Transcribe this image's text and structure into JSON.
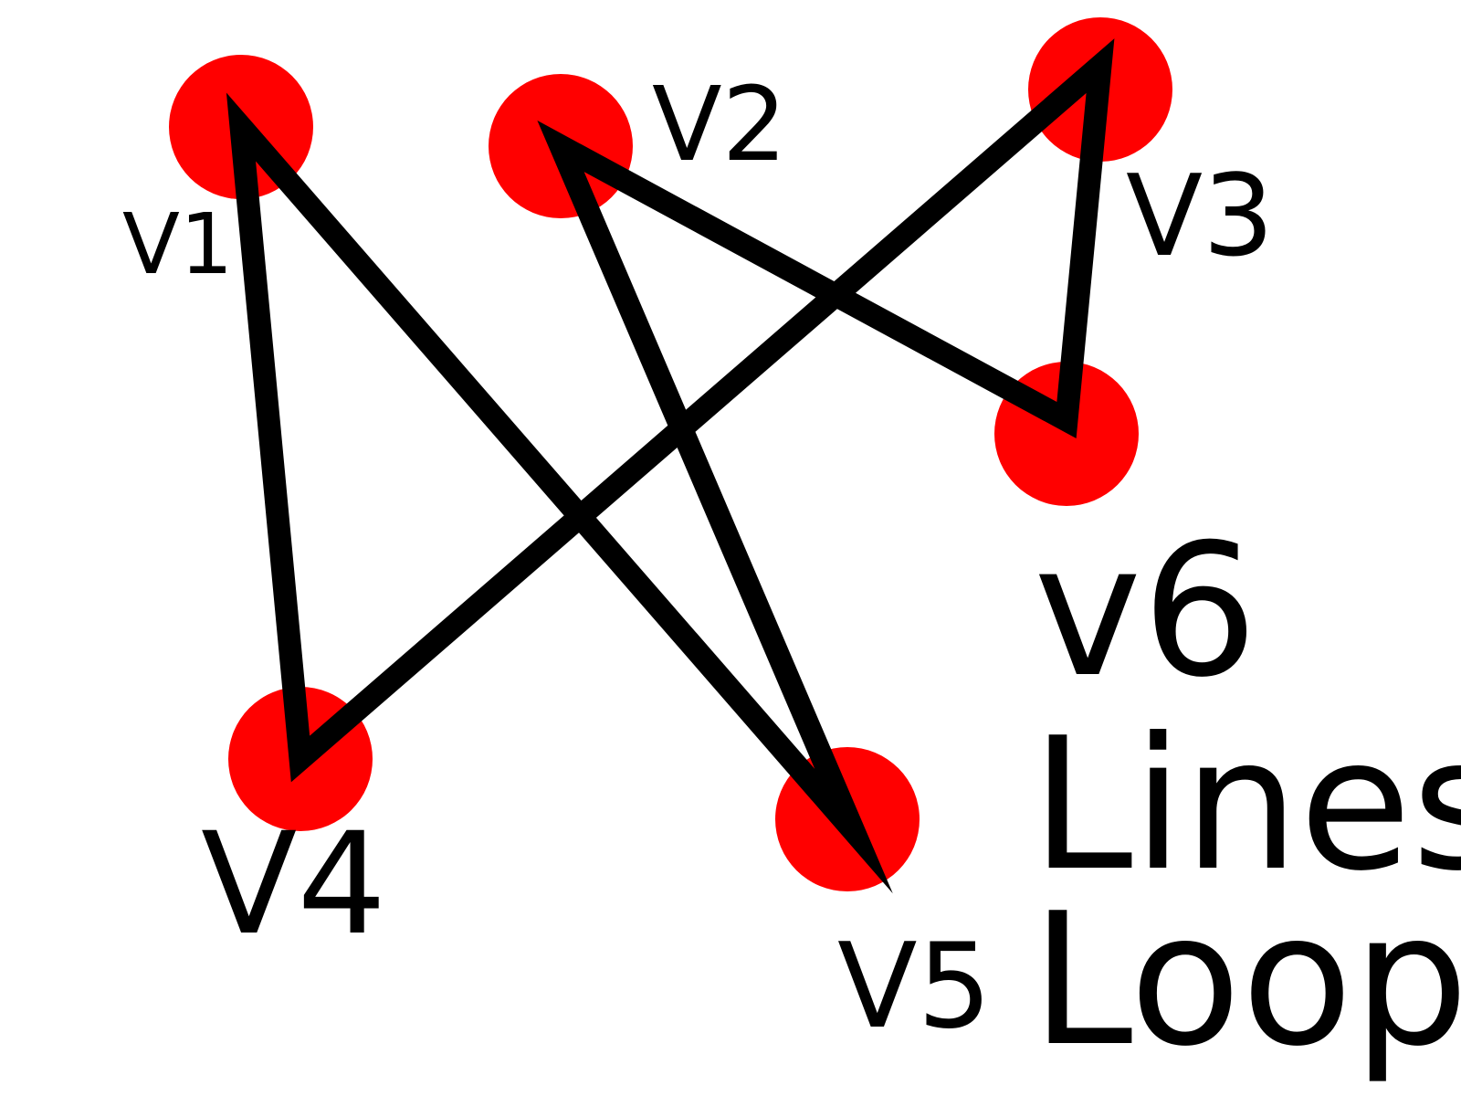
{
  "colors": {
    "vertex": "#ff0000",
    "line": "#000000",
    "background": "#ffffff"
  },
  "vertex_labels": {
    "v1": "V1",
    "v2": "V2",
    "v3": "V3",
    "v4": "V4",
    "v5": "V5",
    "v6": "v6"
  },
  "caption": {
    "line1": "Lines",
    "line2": "Loop"
  },
  "edges": [
    [
      "v1",
      "v5"
    ],
    [
      "v5",
      "v2"
    ],
    [
      "v2",
      "v6"
    ],
    [
      "v6",
      "v3"
    ],
    [
      "v3",
      "v4"
    ],
    [
      "v4",
      "v1"
    ]
  ]
}
